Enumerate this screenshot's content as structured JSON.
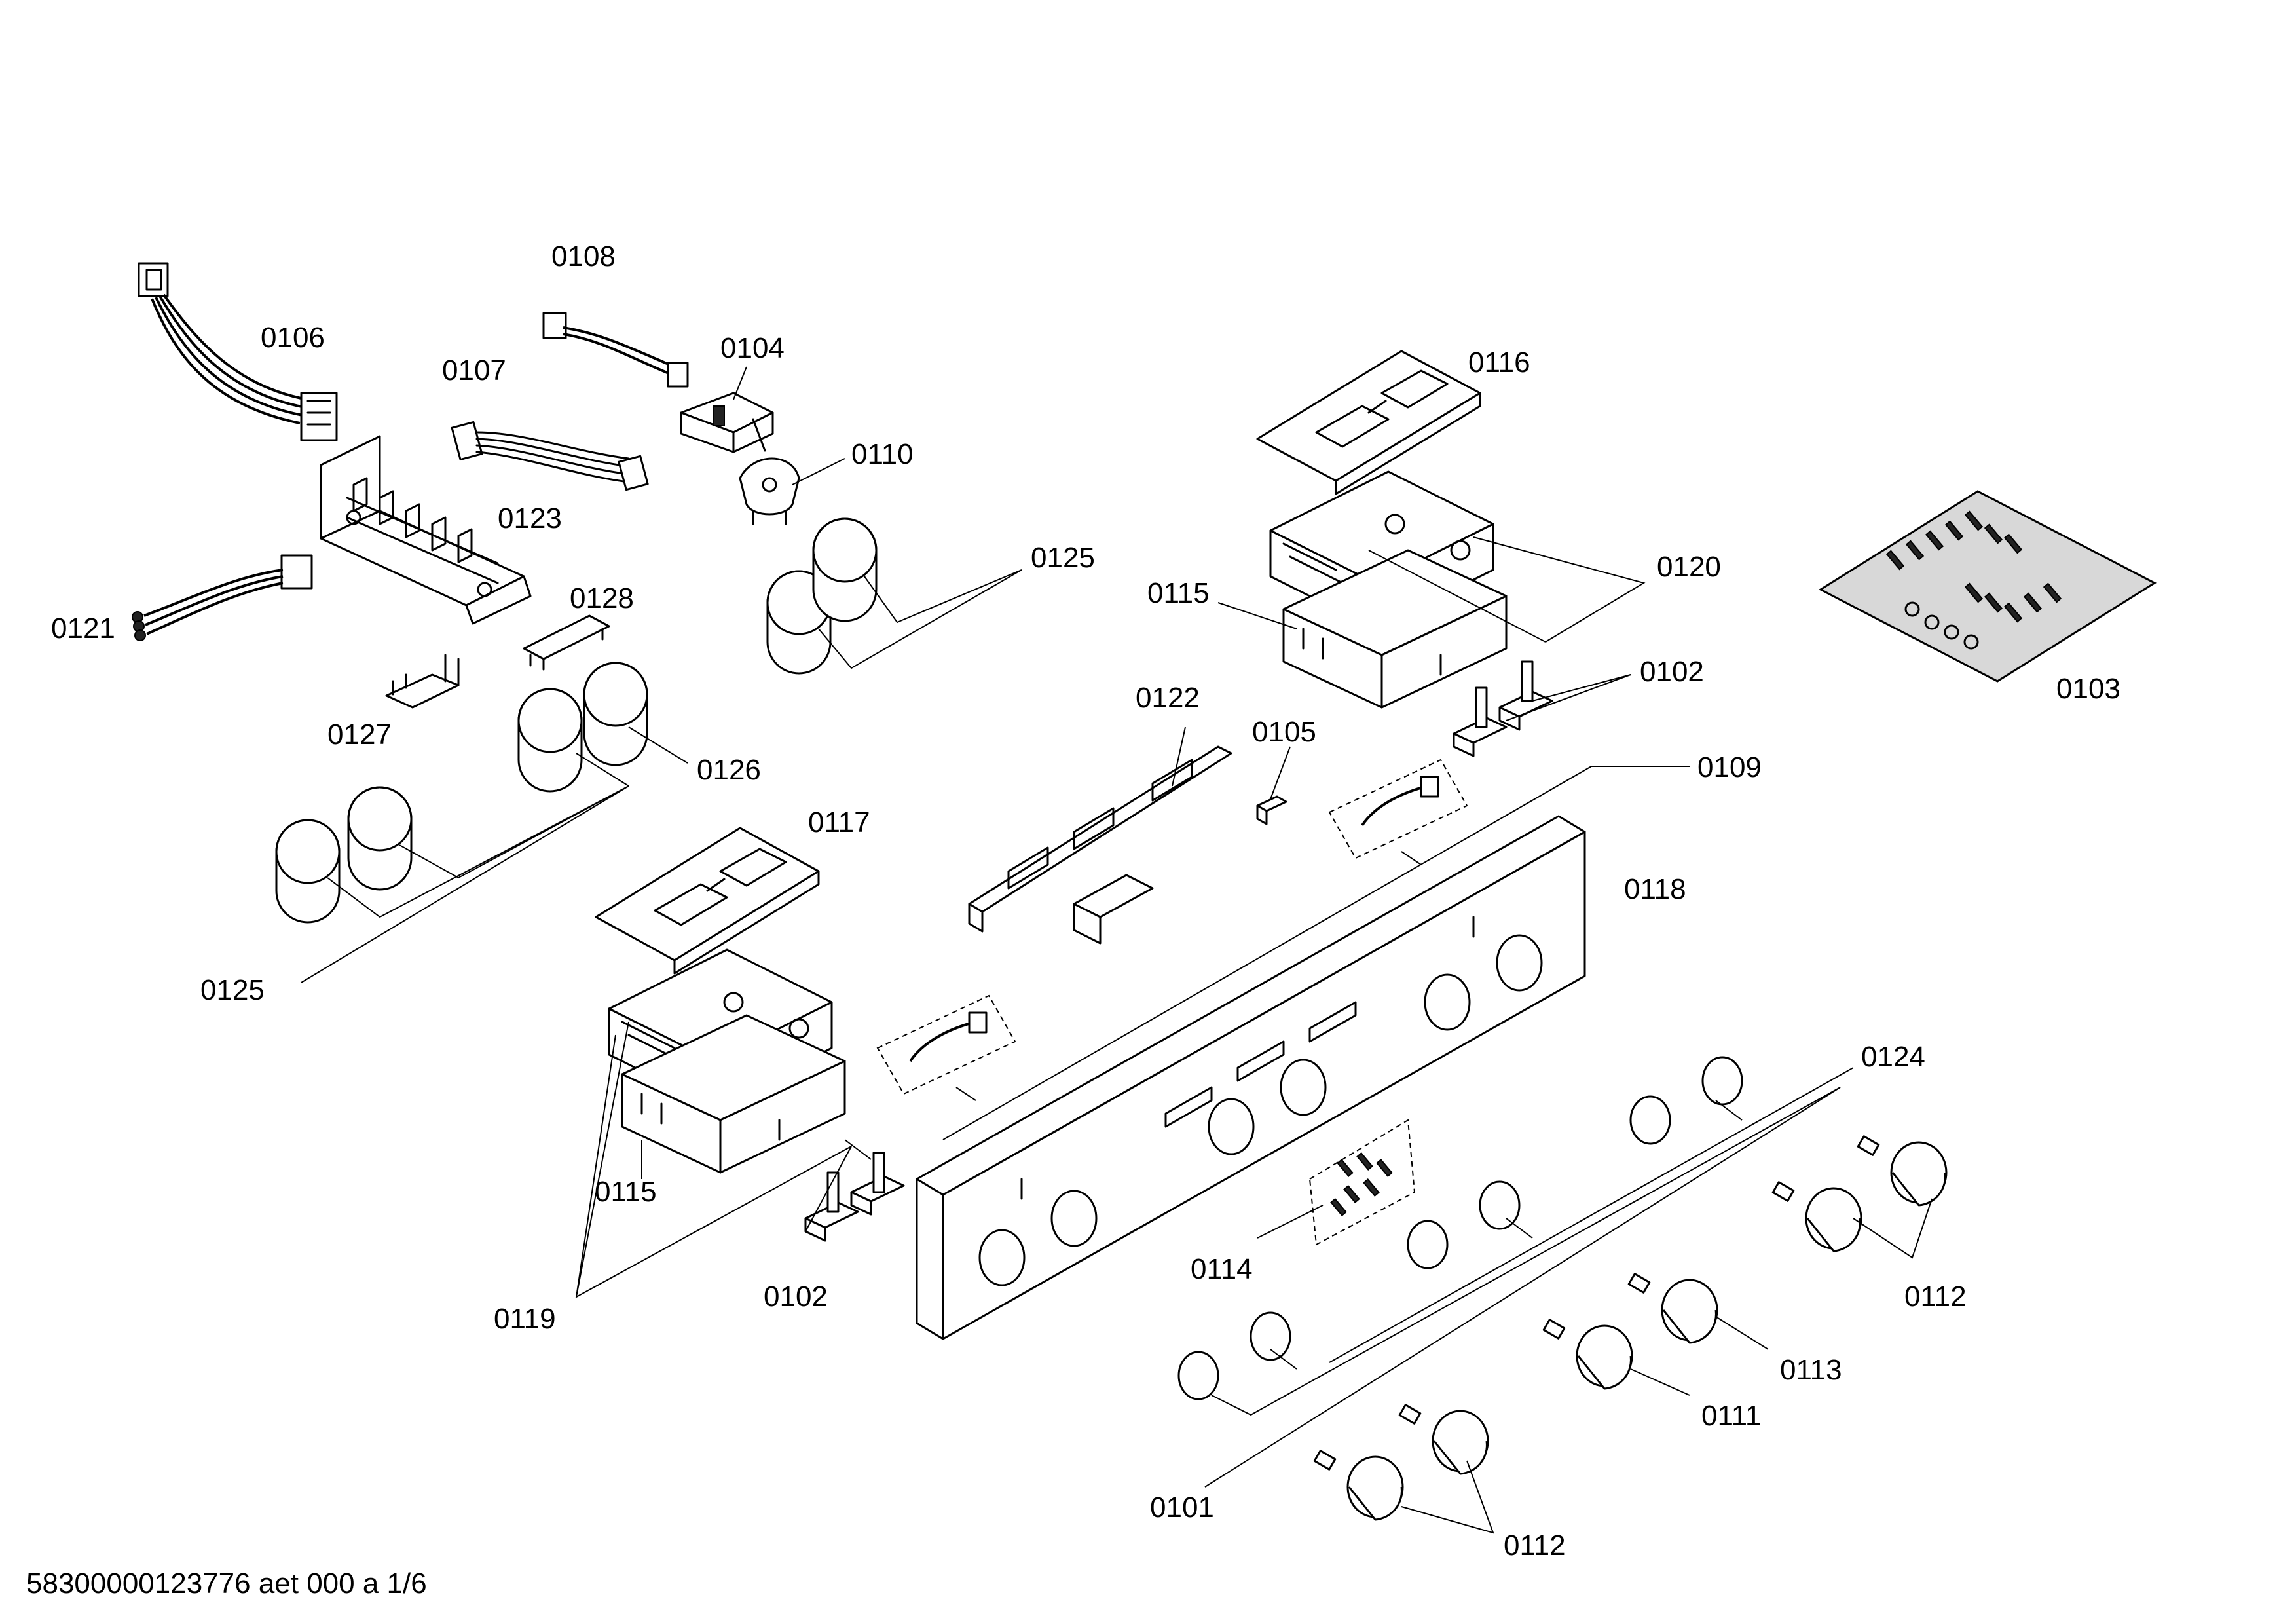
{
  "diagram": {
    "labels": {
      "p0101": "0101",
      "p0102a": "0102",
      "p0102b": "0102",
      "p0103": "0103",
      "p0104": "0104",
      "p0105": "0105",
      "p0106": "0106",
      "p0107": "0107",
      "p0108": "0108",
      "p0109": "0109",
      "p0110": "0110",
      "p0111": "0111",
      "p0112a": "0112",
      "p0112b": "0112",
      "p0113": "0113",
      "p0114": "0114",
      "p0115a": "0115",
      "p0115b": "0115",
      "p0116": "0116",
      "p0117": "0117",
      "p0118": "0118",
      "p0119": "0119",
      "p0120": "0120",
      "p0121": "0121",
      "p0122": "0122",
      "p0123": "0123",
      "p0124": "0124",
      "p0125a": "0125",
      "p0125b": "0125",
      "p0126": "0126",
      "p0127": "0127",
      "p0128": "0128"
    },
    "footer": "58300000123776 aet 000 a 1/6"
  }
}
